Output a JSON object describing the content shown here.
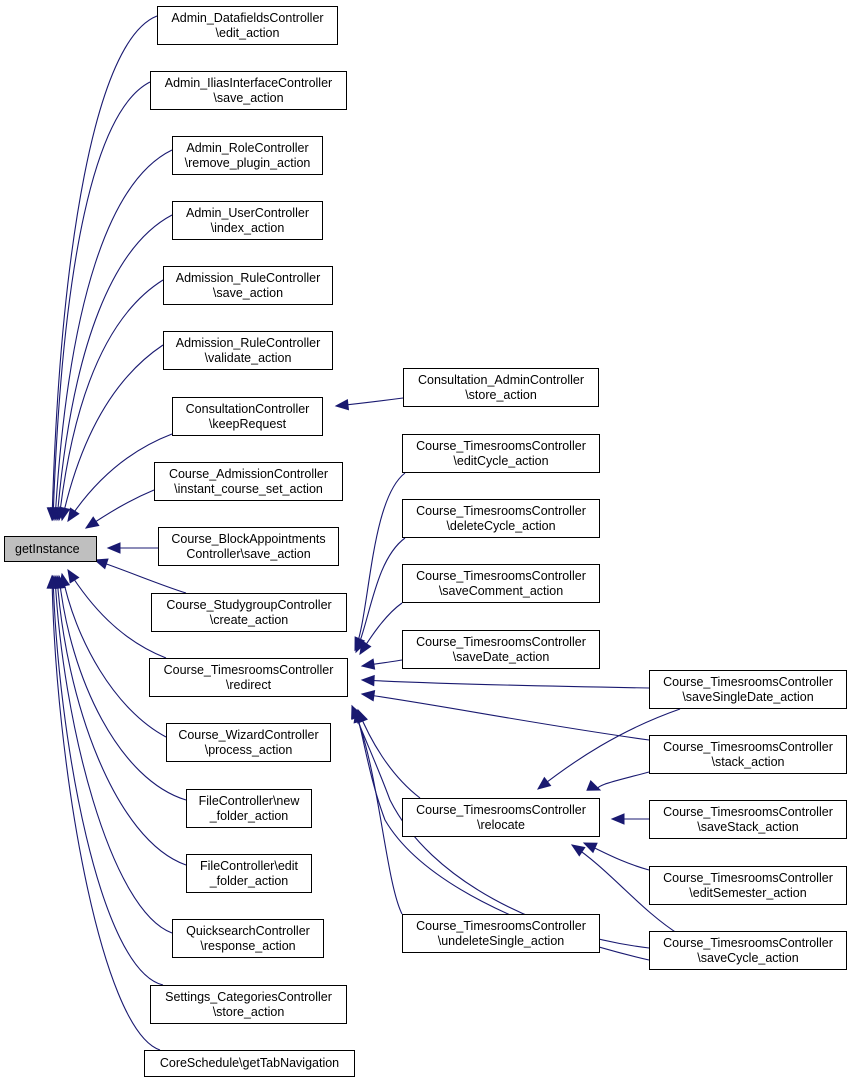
{
  "root": {
    "id": "getInstance",
    "lines": [
      "getInstance"
    ]
  },
  "nodes": [
    {
      "id": "n1",
      "lines": [
        "Admin_DatafieldsController",
        "\\edit_action"
      ]
    },
    {
      "id": "n2",
      "lines": [
        "Admin_IliasInterfaceController",
        "\\save_action"
      ]
    },
    {
      "id": "n3",
      "lines": [
        "Admin_RoleController",
        "\\remove_plugin_action"
      ]
    },
    {
      "id": "n4",
      "lines": [
        "Admin_UserController",
        "\\index_action"
      ]
    },
    {
      "id": "n5",
      "lines": [
        "Admission_RuleController",
        "\\save_action"
      ]
    },
    {
      "id": "n6",
      "lines": [
        "Admission_RuleController",
        "\\validate_action"
      ]
    },
    {
      "id": "n7",
      "lines": [
        "ConsultationController",
        "\\keepRequest"
      ]
    },
    {
      "id": "n8",
      "lines": [
        "Course_AdmissionController",
        "\\instant_course_set_action"
      ]
    },
    {
      "id": "n9",
      "lines": [
        "Course_BlockAppointments",
        "Controller\\save_action"
      ]
    },
    {
      "id": "n10",
      "lines": [
        "Course_StudygroupController",
        "\\create_action"
      ]
    },
    {
      "id": "n11",
      "lines": [
        "Course_TimesroomsController",
        "\\redirect"
      ]
    },
    {
      "id": "n12",
      "lines": [
        "Course_WizardController",
        "\\process_action"
      ]
    },
    {
      "id": "n13",
      "lines": [
        "FileController\\new",
        "_folder_action"
      ]
    },
    {
      "id": "n14",
      "lines": [
        "FileController\\edit",
        "_folder_action"
      ]
    },
    {
      "id": "n15",
      "lines": [
        "QuicksearchController",
        "\\response_action"
      ]
    },
    {
      "id": "n16",
      "lines": [
        "Settings_CategoriesController",
        "\\store_action"
      ]
    },
    {
      "id": "n17",
      "lines": [
        "CoreSchedule\\getTabNavigation"
      ]
    },
    {
      "id": "c1",
      "lines": [
        "Consultation_AdminController",
        "\\store_action"
      ]
    },
    {
      "id": "t1",
      "lines": [
        "Course_TimesroomsController",
        "\\editCycle_action"
      ]
    },
    {
      "id": "t2",
      "lines": [
        "Course_TimesroomsController",
        "\\deleteCycle_action"
      ]
    },
    {
      "id": "t3",
      "lines": [
        "Course_TimesroomsController",
        "\\saveComment_action"
      ]
    },
    {
      "id": "t4",
      "lines": [
        "Course_TimesroomsController",
        "\\saveDate_action"
      ]
    },
    {
      "id": "t5",
      "lines": [
        "Course_TimesroomsController",
        "\\relocate"
      ]
    },
    {
      "id": "t6",
      "lines": [
        "Course_TimesroomsController",
        "\\undeleteSingle_action"
      ]
    },
    {
      "id": "r1",
      "lines": [
        "Course_TimesroomsController",
        "\\saveSingleDate_action"
      ]
    },
    {
      "id": "r2",
      "lines": [
        "Course_TimesroomsController",
        "\\stack_action"
      ]
    },
    {
      "id": "r3",
      "lines": [
        "Course_TimesroomsController",
        "\\saveStack_action"
      ]
    },
    {
      "id": "r4",
      "lines": [
        "Course_TimesroomsController",
        "\\editSemester_action"
      ]
    },
    {
      "id": "r5",
      "lines": [
        "Course_TimesroomsController",
        "\\saveCycle_action"
      ]
    }
  ],
  "edges": [
    {
      "from": "n1",
      "to": "getInstance"
    },
    {
      "from": "n2",
      "to": "getInstance"
    },
    {
      "from": "n3",
      "to": "getInstance"
    },
    {
      "from": "n4",
      "to": "getInstance"
    },
    {
      "from": "n5",
      "to": "getInstance"
    },
    {
      "from": "n6",
      "to": "getInstance"
    },
    {
      "from": "n7",
      "to": "getInstance"
    },
    {
      "from": "n8",
      "to": "getInstance"
    },
    {
      "from": "n9",
      "to": "getInstance"
    },
    {
      "from": "n10",
      "to": "getInstance"
    },
    {
      "from": "n11",
      "to": "getInstance"
    },
    {
      "from": "n12",
      "to": "getInstance"
    },
    {
      "from": "n13",
      "to": "getInstance"
    },
    {
      "from": "n14",
      "to": "getInstance"
    },
    {
      "from": "n15",
      "to": "getInstance"
    },
    {
      "from": "n16",
      "to": "getInstance"
    },
    {
      "from": "n17",
      "to": "getInstance"
    },
    {
      "from": "c1",
      "to": "n7"
    },
    {
      "from": "t1",
      "to": "n11"
    },
    {
      "from": "t2",
      "to": "n11"
    },
    {
      "from": "t3",
      "to": "n11"
    },
    {
      "from": "t4",
      "to": "n11"
    },
    {
      "from": "t5",
      "to": "n11"
    },
    {
      "from": "t6",
      "to": "n11"
    },
    {
      "from": "r1",
      "to": "n11"
    },
    {
      "from": "r2",
      "to": "n11"
    },
    {
      "from": "r4",
      "to": "n11"
    },
    {
      "from": "r5",
      "to": "n11"
    },
    {
      "from": "r1",
      "to": "t5"
    },
    {
      "from": "r2",
      "to": "t5"
    },
    {
      "from": "r3",
      "to": "t5"
    },
    {
      "from": "r4",
      "to": "t5"
    },
    {
      "from": "r5",
      "to": "t5"
    }
  ],
  "colors": {
    "edge": "#191970",
    "root_fill": "#bfbfbf",
    "node_fill": "#ffffff",
    "border": "#000000"
  }
}
